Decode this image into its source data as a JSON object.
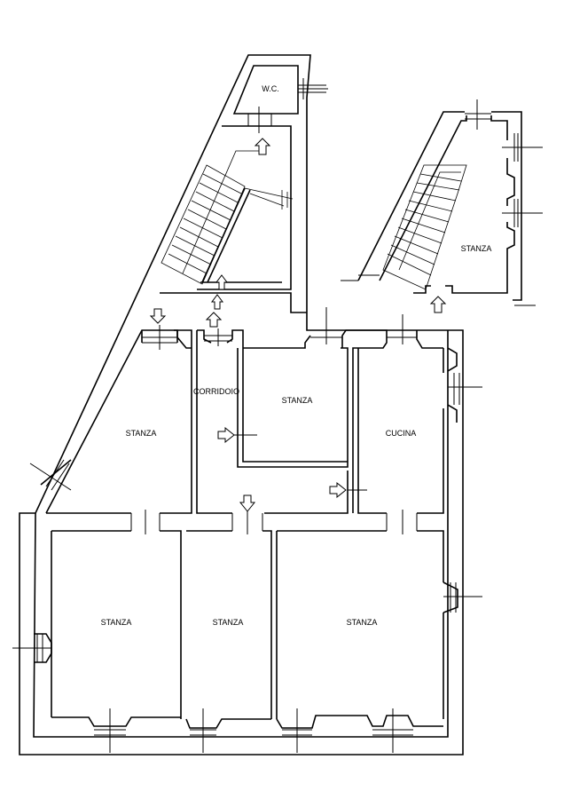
{
  "labels": {
    "wc": "W.C.",
    "corridoio": "CORRIDOIO",
    "stanza_top_center": "STANZA",
    "cucina": "CUCINA",
    "stanza_left_mid": "STANZA",
    "stanza_bottom_left": "STANZA",
    "stanza_bottom_center": "STANZA",
    "stanza_bottom_right": "STANZA",
    "stanza_annex": "STANZA"
  }
}
